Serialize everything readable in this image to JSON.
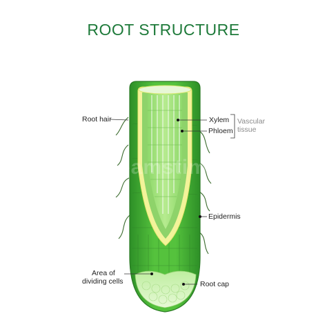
{
  "title": "ROOT STRUCTURE",
  "labels": {
    "root_hair": "Root hair",
    "xylem": "Xylem",
    "phloem": "Phloem",
    "vascular_tissue_line1": "Vascular",
    "vascular_tissue_line2": "tissue",
    "epidermis": "Epidermis",
    "dividing_cells_line1": "Area of",
    "dividing_cells_line2": "dividing cells",
    "root_cap": "Root cap"
  },
  "watermark": "dreamstime",
  "colors": {
    "title": "#1e7a3a",
    "root_dark": "#2f8f2a",
    "root_mid": "#4dba3d",
    "root_light": "#7ed957",
    "vascular_outline": "#f0f08a",
    "xylem_fill": "#d7ecc4",
    "cap_light": "#d9f5c4"
  }
}
